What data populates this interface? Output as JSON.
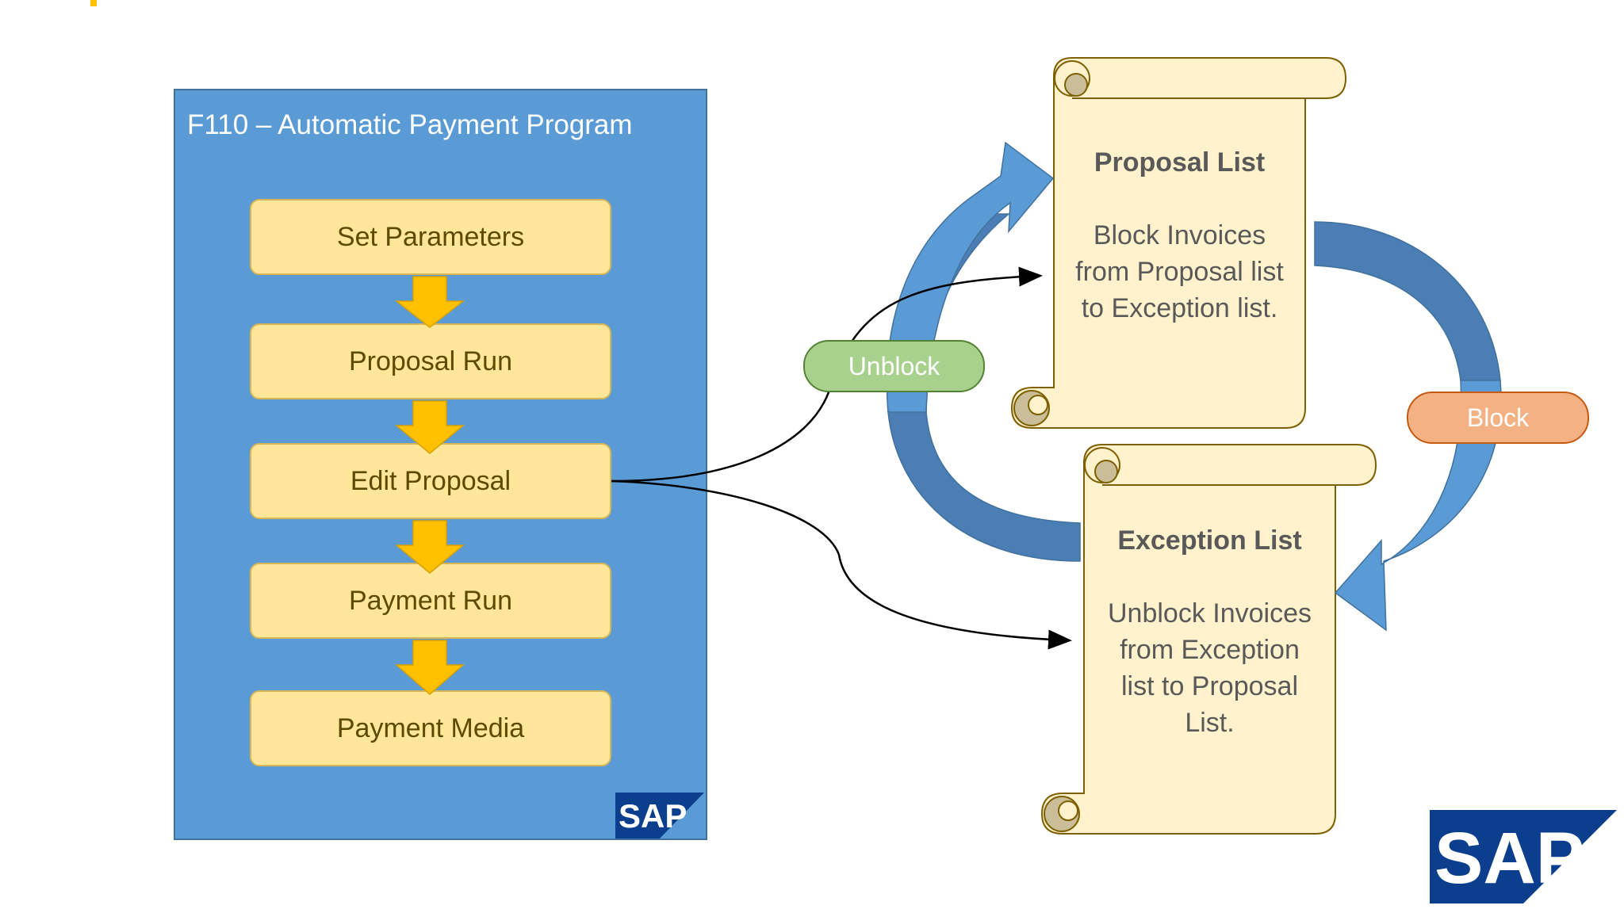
{
  "panel": {
    "title": "F110 – Automatic Payment Program",
    "steps": [
      "Set Parameters",
      "Proposal Run",
      "Edit Proposal",
      "Payment Run",
      "Payment Media"
    ]
  },
  "proposal_list": {
    "title": "Proposal List",
    "body": [
      "Block Invoices",
      "from Proposal list",
      "to Exception list."
    ]
  },
  "exception_list": {
    "title": "Exception List",
    "body": [
      "Unblock Invoices",
      "from Exception",
      "list to Proposal",
      "List."
    ]
  },
  "actions": {
    "unblock": "Unblock",
    "block": "Block"
  },
  "logo": {
    "text": "SAP",
    "mark": "®"
  },
  "colors": {
    "panel": "#5B9BD5",
    "step_fill": "#FFE699",
    "step_arrow": "#FFC000",
    "scroll_fill": "#FFF2CC",
    "scroll_border": "#7F6000",
    "unblock": "#A9D18E",
    "block": "#F4B183",
    "cycle_arrow": "#5B9BD5",
    "logo": "#0B3E8C"
  }
}
